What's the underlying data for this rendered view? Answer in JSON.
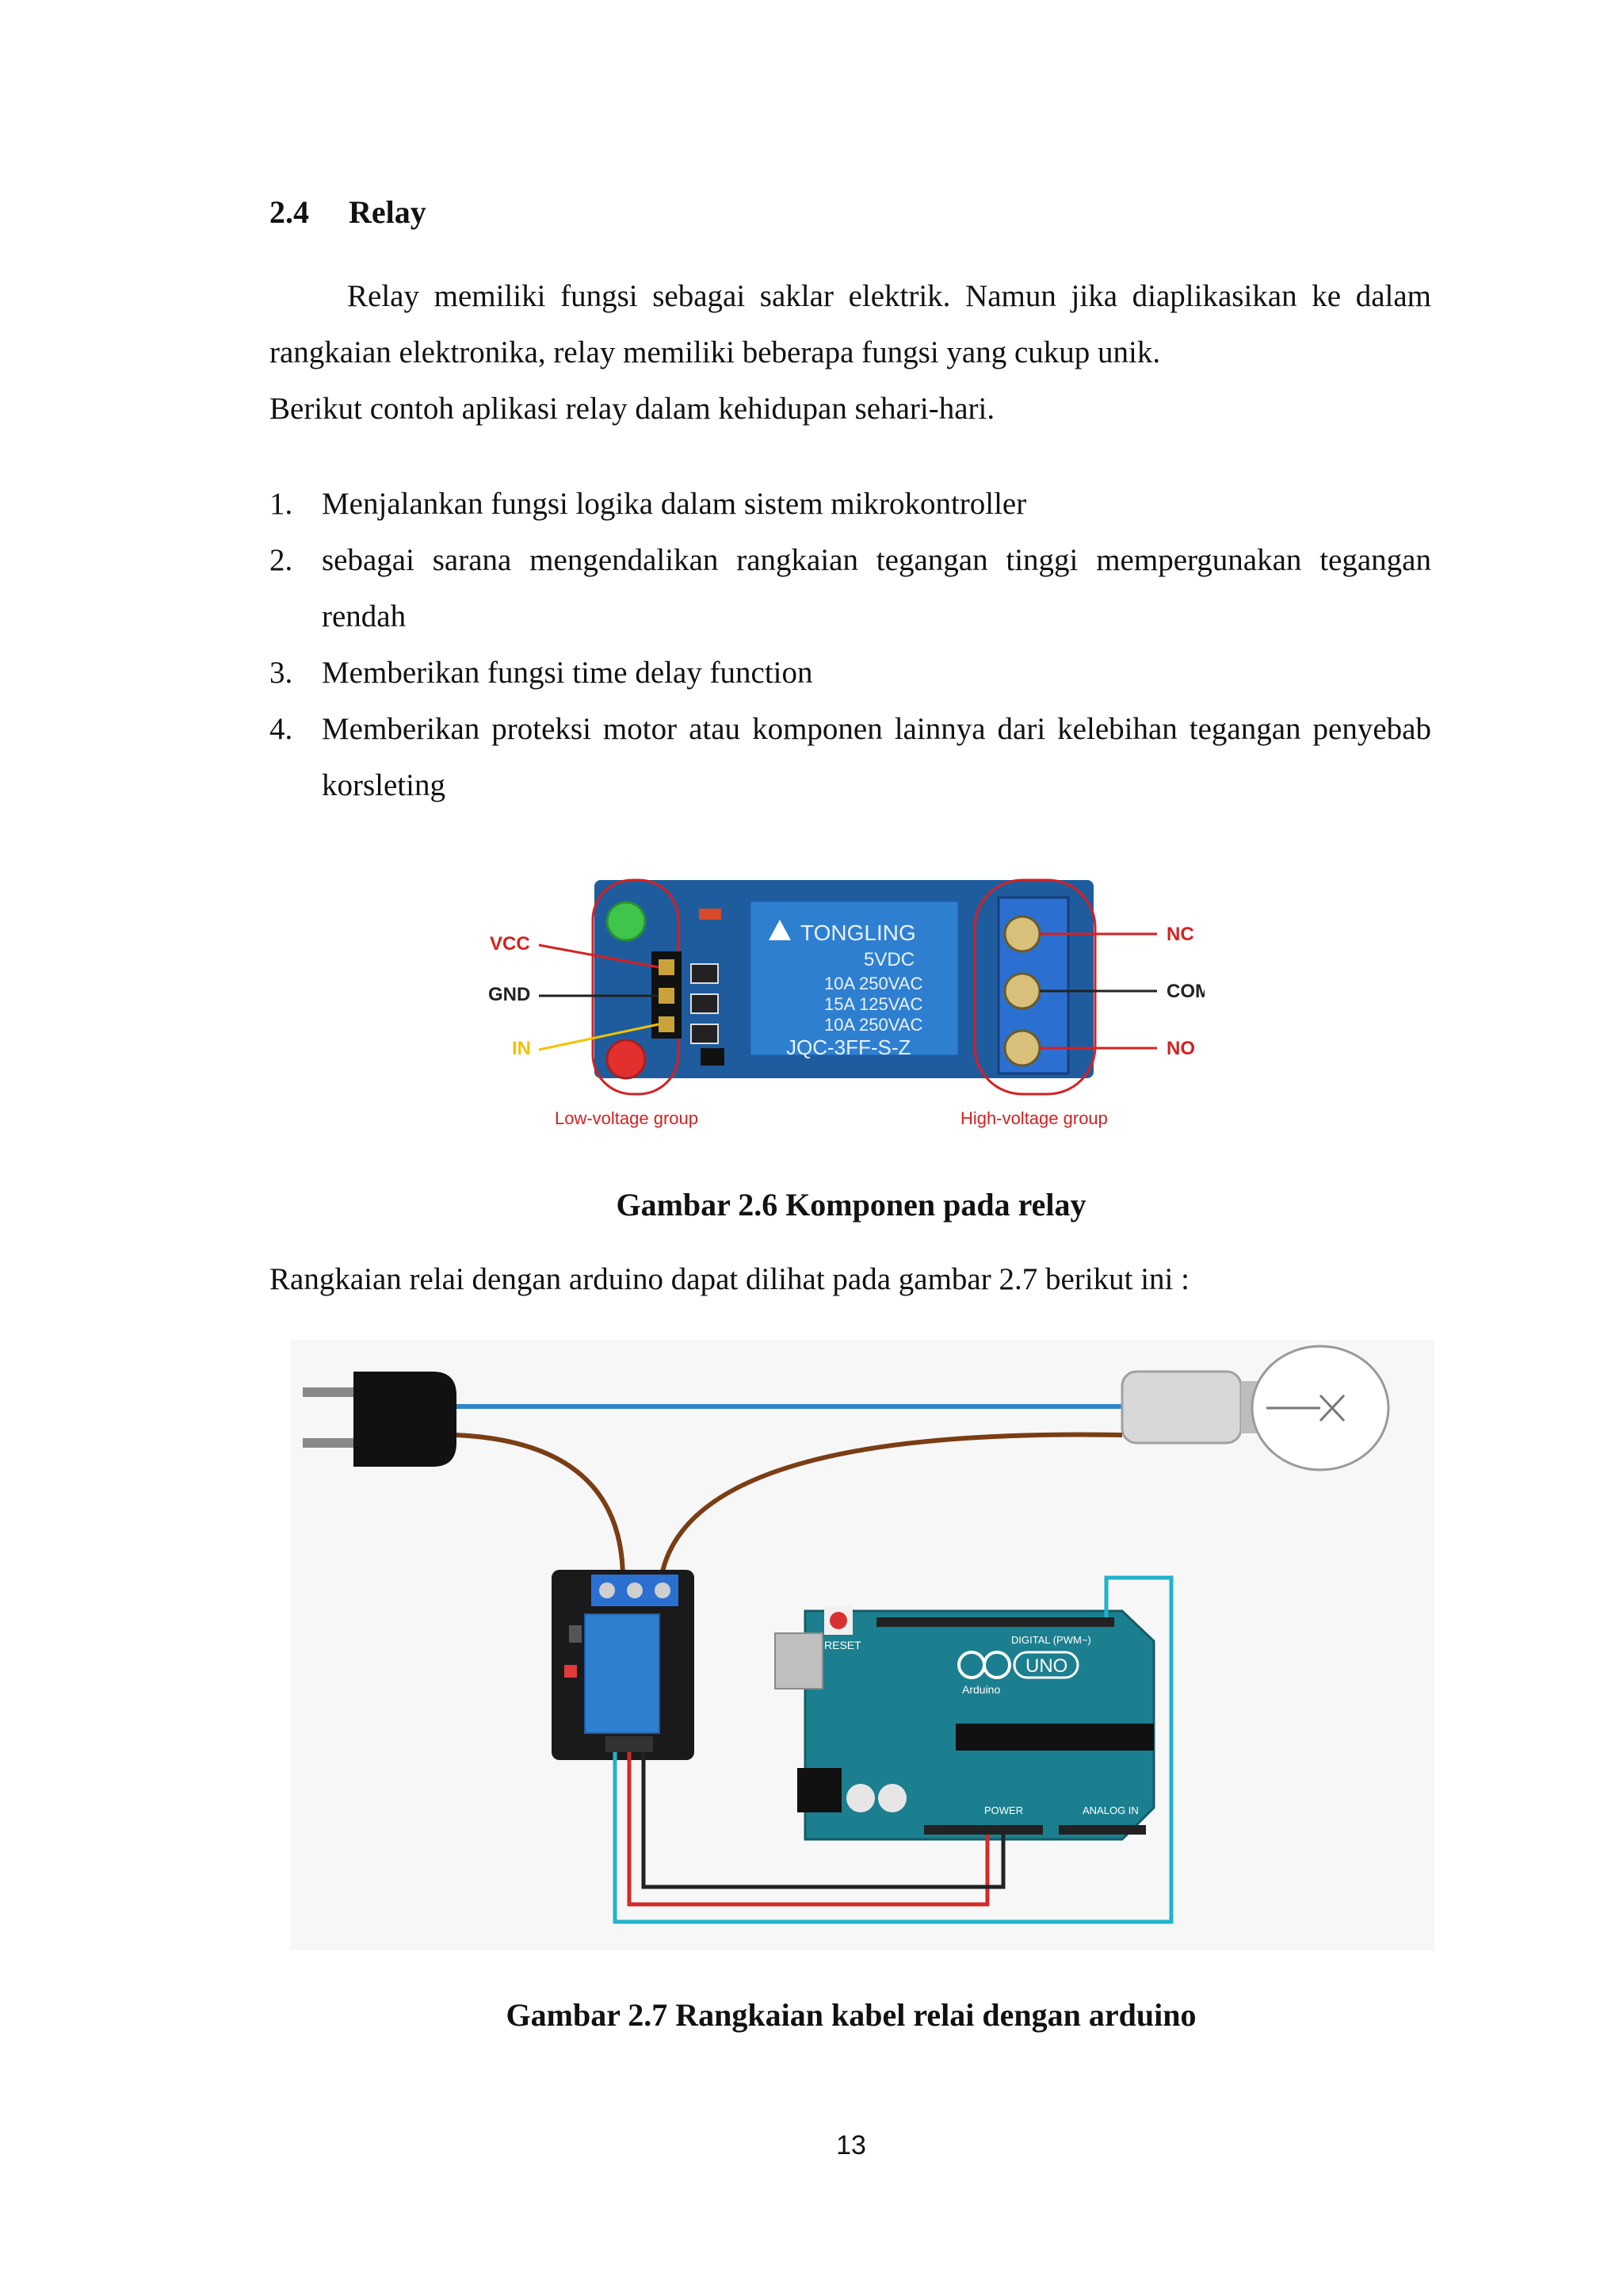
{
  "section": {
    "number": "2.4",
    "title": "Relay"
  },
  "intro": {
    "paragraph": "Relay memiliki fungsi sebagai saklar elektrik. Namun jika diaplikasikan ke dalam rangkaian elektronika, relay memiliki beberapa fungsi yang cukup unik.",
    "lead": "Berikut contoh aplikasi relay dalam kehidupan sehari-hari."
  },
  "list": [
    {
      "marker": "1.",
      "text": "Menjalankan fungsi logika dalam sistem mikrokontroller"
    },
    {
      "marker": "2.",
      "text": "sebagai sarana mengendalikan rangkaian tegangan tinggi mempergunakan tegangan rendah"
    },
    {
      "marker": "3.",
      "text": "Memberikan fungsi time delay function"
    },
    {
      "marker": "4.",
      "text": "Memberikan proteksi motor atau komponen lainnya dari kelebihan tegangan penyebab korsleting"
    }
  ],
  "figure1": {
    "labels": {
      "vcc": "VCC",
      "gnd": "GND",
      "in": "IN",
      "nc": "NC",
      "com": "COM",
      "no": "NO",
      "low_group": "Low-voltage group",
      "high_group": "High-voltage group"
    },
    "relay_text": [
      "TONGLING",
      "5VDC",
      "10A 250VAC",
      "15A 125VAC",
      "10A 250VAC",
      "JQC-3FF-S-Z"
    ],
    "caption": "Gambar 2.6 Komponen pada relay"
  },
  "between_text": "Rangkaian relai dengan arduino dapat dilihat pada gambar 2.7 berikut ini :",
  "figure2": {
    "board_labels": {
      "uno": "UNO",
      "arduino": "Arduino",
      "reset": "RESET",
      "digital": "DIGITAL (PWM~)",
      "power": "POWER",
      "analog": "ANALOG IN"
    },
    "caption": "Gambar 2.7 Rangkaian kabel relai dengan arduino"
  },
  "page_number": "13",
  "colors": {
    "relay_blue": "#2f7fd1",
    "pcb_blue": "#1f5c9e",
    "arduino_teal": "#1b7f8f",
    "wire_blue": "#2f86c9",
    "wire_brown": "#7a3d14",
    "wire_red": "#d32a2a",
    "wire_cyan": "#22b3cc",
    "wire_black": "#222222",
    "label_red": "#d62020"
  }
}
